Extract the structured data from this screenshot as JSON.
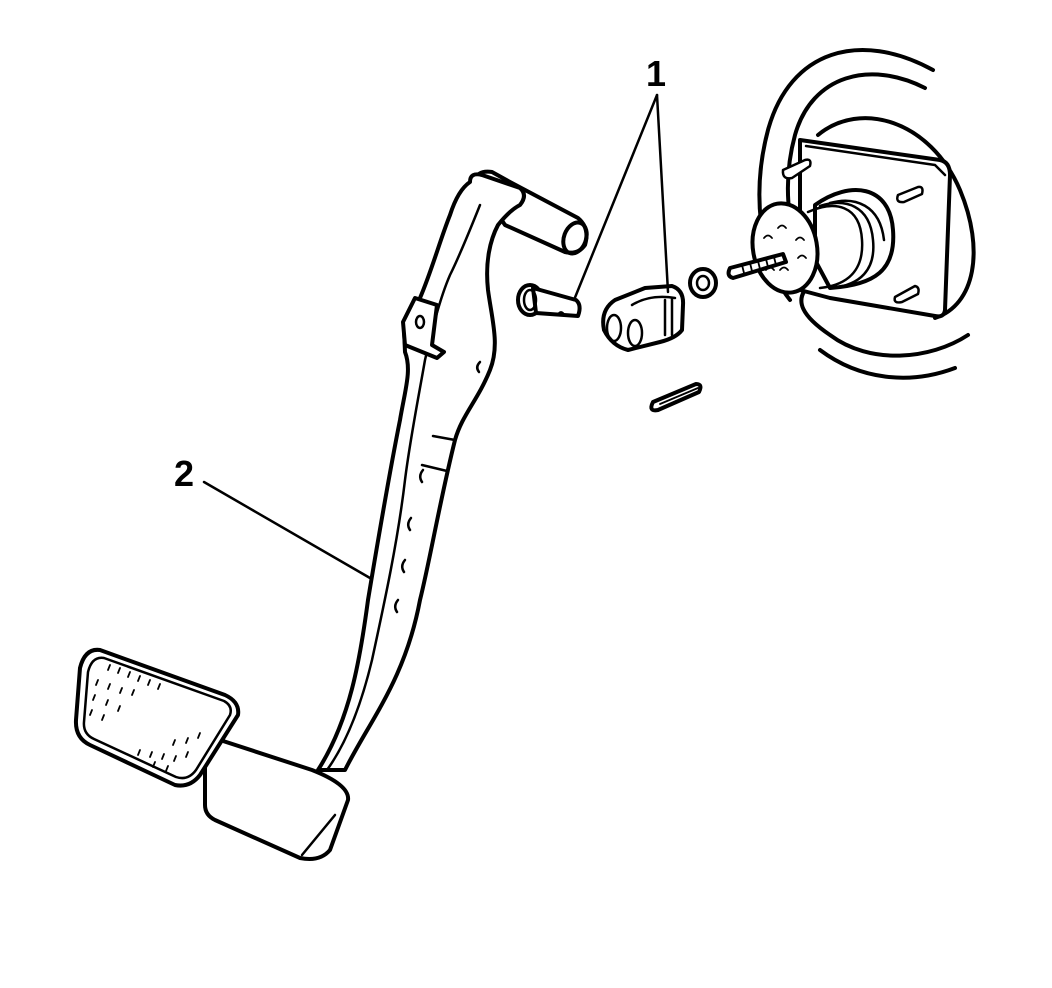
{
  "diagram": {
    "type": "exploded-parts-illustration",
    "subject": "brake pedal assembly with push rod clevis and brake booster",
    "background": "#ffffff",
    "line_color": "#000000"
  },
  "callouts": [
    {
      "id": "1",
      "label": "1",
      "targets": [
        "pedal pivot pin",
        "push rod clevis"
      ]
    },
    {
      "id": "2",
      "label": "2",
      "targets": [
        "brake pedal arm"
      ]
    }
  ],
  "parts": [
    {
      "name": "brake-pedal-arm",
      "callout": "2"
    },
    {
      "name": "pedal-pad-rubber",
      "callout": null
    },
    {
      "name": "pedal-pad-base",
      "callout": null
    },
    {
      "name": "pivot-tube",
      "callout": null
    },
    {
      "name": "pivot-pin",
      "callout": "1"
    },
    {
      "name": "clevis",
      "callout": "1"
    },
    {
      "name": "cotter-pin",
      "callout": null
    },
    {
      "name": "lock-nut",
      "callout": null
    },
    {
      "name": "booster-push-rod",
      "callout": null
    },
    {
      "name": "brake-booster",
      "callout": null
    }
  ]
}
